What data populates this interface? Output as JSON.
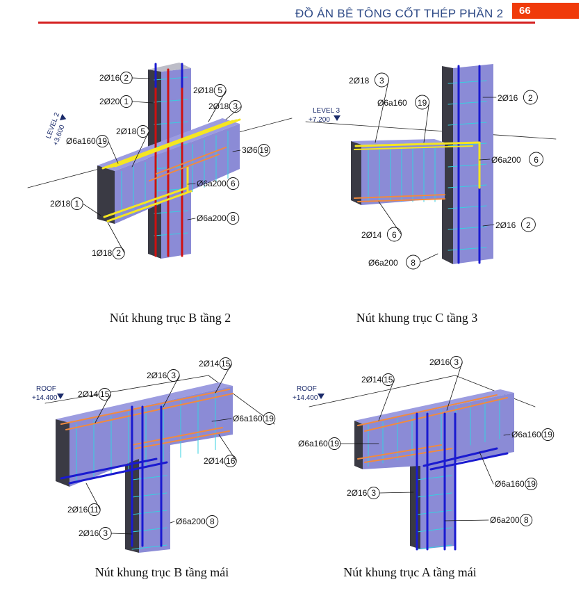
{
  "header": {
    "title": "ĐỒ ÁN BÊ TÔNG CỐT THÉP PHẦN 2",
    "page_number": "66"
  },
  "figures": [
    {
      "caption": "Nút khung trục B tầng 2",
      "level": {
        "name": "LEVEL 2",
        "elevation": "+3.600"
      },
      "labels": [
        {
          "text": "2Ø16",
          "num": "2"
        },
        {
          "text": "2Ø20",
          "num": "1"
        },
        {
          "text": "2Ø18",
          "num": "5"
        },
        {
          "text": "2Ø18",
          "num": "3"
        },
        {
          "text": "2Ø18",
          "num": "5"
        },
        {
          "text": "Ø6a160",
          "num": "19"
        },
        {
          "text": "3Ø6",
          "num": "19"
        },
        {
          "text": "Ø6a200",
          "num": "6"
        },
        {
          "text": "2Ø18",
          "num": "1"
        },
        {
          "text": "Ø6a200",
          "num": "8"
        },
        {
          "text": "1Ø18",
          "num": "2"
        }
      ]
    },
    {
      "caption": "Nút khung trục C tầng 3",
      "level": {
        "name": "LEVEL 3",
        "elevation": "+7.200"
      },
      "labels": [
        {
          "text": "2Ø18",
          "num": "3"
        },
        {
          "text": "Ø6a160",
          "num": "19"
        },
        {
          "text": "2Ø16",
          "num": "2"
        },
        {
          "text": "Ø6a200",
          "num": "6"
        },
        {
          "text": "2Ø14",
          "num": "6"
        },
        {
          "text": "2Ø16",
          "num": "2"
        },
        {
          "text": "Ø6a200",
          "num": "8"
        }
      ]
    },
    {
      "caption": "Nút khung trục B tầng mái",
      "level": {
        "name": "ROOF",
        "elevation": "+14.400"
      },
      "labels": [
        {
          "text": "2Ø14",
          "num": "15"
        },
        {
          "text": "2Ø16",
          "num": "3"
        },
        {
          "text": "2Ø14",
          "num": "15"
        },
        {
          "text": "Ø6a160",
          "num": "19"
        },
        {
          "text": "2Ø14",
          "num": "16"
        },
        {
          "text": "2Ø16",
          "num": "11"
        },
        {
          "text": "Ø6a200",
          "num": "8"
        },
        {
          "text": "2Ø16",
          "num": "3"
        }
      ]
    },
    {
      "caption": "Nút khung trục A tầng mái",
      "level": {
        "name": "ROOF",
        "elevation": "+14.400"
      },
      "labels": [
        {
          "text": "2Ø16",
          "num": "3"
        },
        {
          "text": "2Ø14",
          "num": "15"
        },
        {
          "text": "Ø6a160",
          "num": "19"
        },
        {
          "text": "Ø6a160",
          "num": "19"
        },
        {
          "text": "Ø6a160",
          "num": "19"
        },
        {
          "text": "2Ø16",
          "num": "3"
        },
        {
          "text": "Ø6a200",
          "num": "8"
        }
      ]
    }
  ],
  "colors": {
    "concrete": "#8b8bd6",
    "concrete_dark": "#3a3a44",
    "top_rebar_yellow": "#f5e621",
    "column_rebar_red": "#d01010",
    "main_rebar_blue": "#1a1ad0",
    "stirrup_cyan": "#36d0e0",
    "rebar_orange": "#f08a40",
    "header_red": "#d42020"
  }
}
